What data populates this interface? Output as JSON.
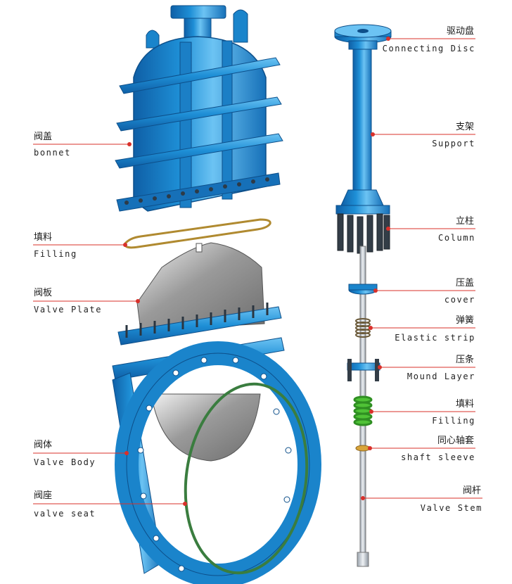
{
  "colors": {
    "metal_blue": "#1e8fd6",
    "metal_blue_dark": "#0f5fa6",
    "metal_blue_light": "#6cc3f3",
    "plate_gray": "#8a8a8a",
    "seat_green": "#3a7d3f",
    "spring_green": "#4fc236",
    "filling_gold": "#b08a30",
    "leader_red": "#d9302a"
  },
  "labels": {
    "bonnet": {
      "cn": "阀盖",
      "en": "bonnet"
    },
    "filling_left": {
      "cn": "填料",
      "en": "Filling"
    },
    "valve_plate": {
      "cn": "阀板",
      "en": "Valve Plate"
    },
    "valve_body": {
      "cn": "阀体",
      "en": "Valve Body"
    },
    "valve_seat": {
      "cn": "阀座",
      "en": "valve seat"
    },
    "connecting_disc": {
      "cn": "驱动盘",
      "en": "Connecting Disc"
    },
    "support": {
      "cn": "支架",
      "en": "Support"
    },
    "column": {
      "cn": "立柱",
      "en": "Column"
    },
    "cover": {
      "cn": "压盖",
      "en": "cover"
    },
    "elastic_strip": {
      "cn": "弹簧",
      "en": "Elastic strip"
    },
    "mound_layer": {
      "cn": "压条",
      "en": "Mound Layer"
    },
    "filling_right": {
      "cn": "填料",
      "en": "Filling"
    },
    "shaft_sleeve": {
      "cn": "同心轴套",
      "en": "shaft sleeve"
    },
    "valve_stem": {
      "cn": "阀杆",
      "en": "Valve Stem"
    }
  }
}
